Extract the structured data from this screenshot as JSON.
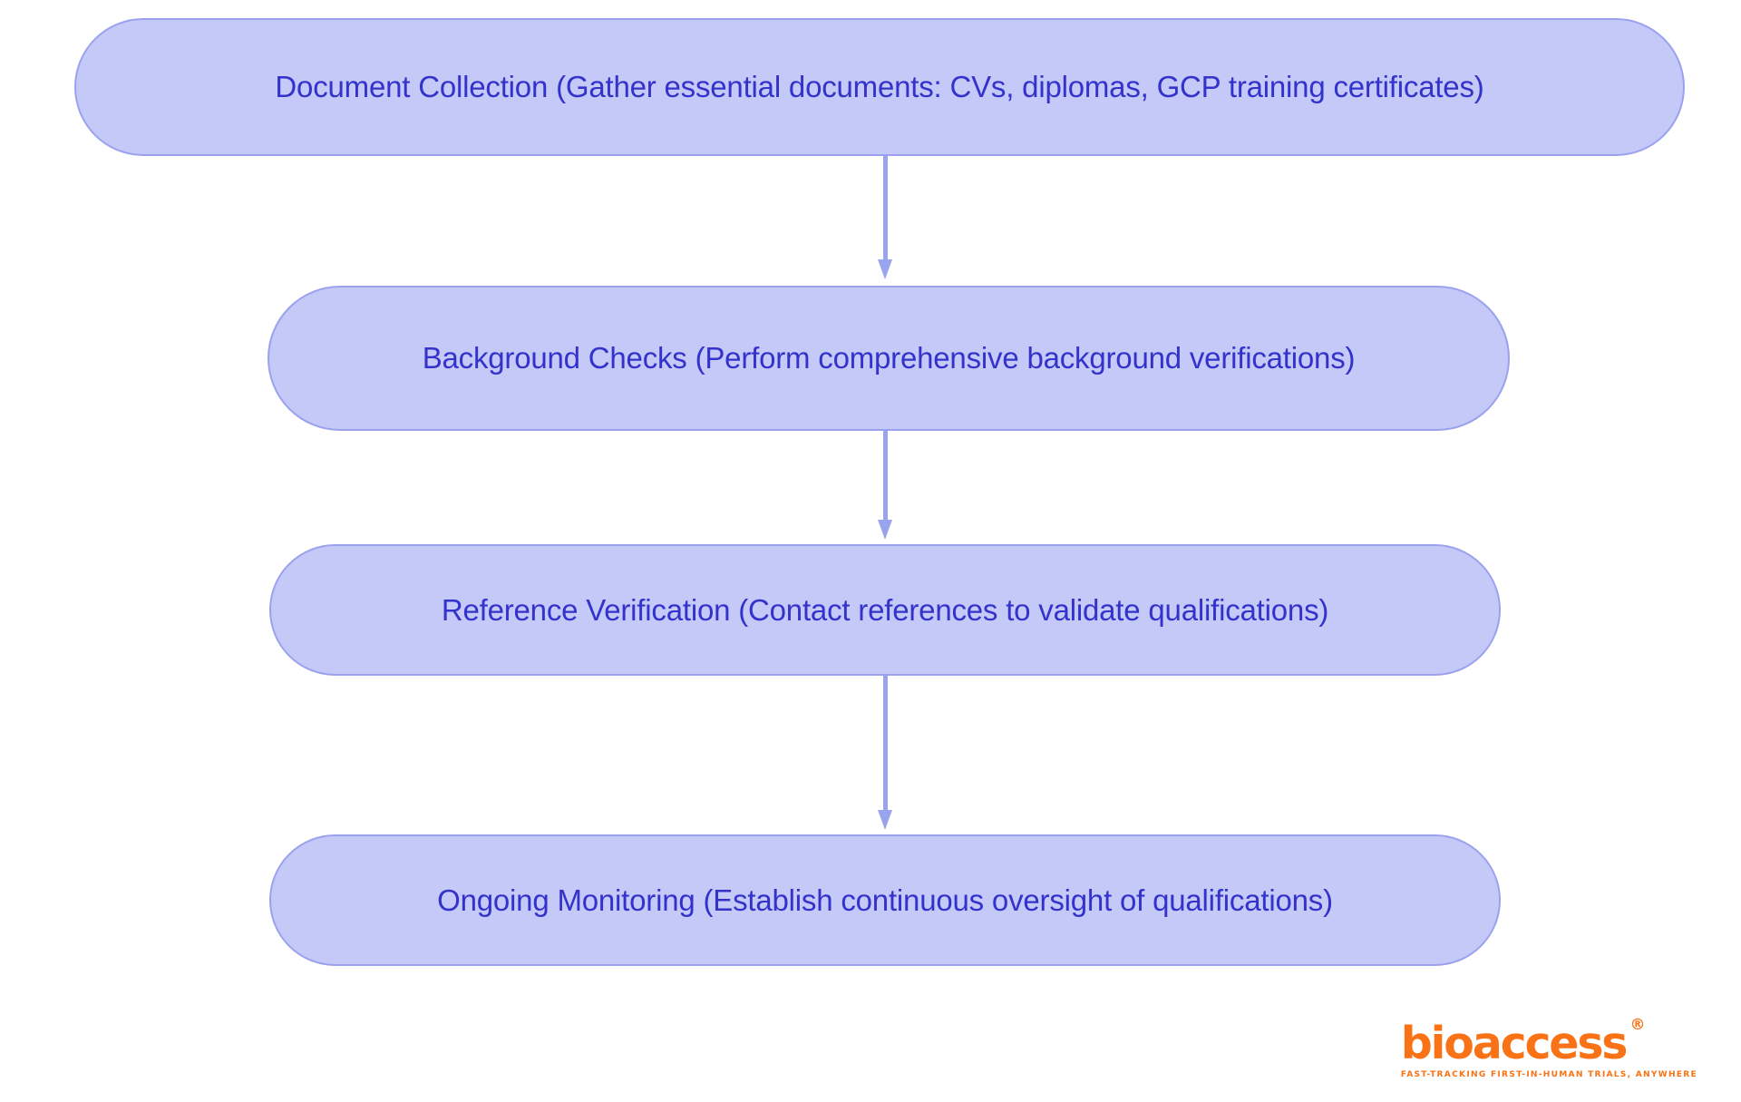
{
  "diagram": {
    "type": "flowchart",
    "orientation": "vertical",
    "background_color": "#ffffff",
    "node_fill_color": "#c5c9f7",
    "node_border_color": "#9aa2ee",
    "node_text_color": "#3333cc",
    "connector_color": "#9aa3ee",
    "nodes": [
      {
        "id": "document-collection",
        "label": "Document Collection (Gather essential documents: CVs, diplomas, GCP training certificates)"
      },
      {
        "id": "background-checks",
        "label": "Background Checks (Perform comprehensive background verifications)"
      },
      {
        "id": "reference-verification",
        "label": "Reference Verification (Contact references to validate qualifications)"
      },
      {
        "id": "ongoing-monitoring",
        "label": "Ongoing Monitoring (Establish continuous oversight of qualifications)"
      }
    ],
    "edges": [
      {
        "from": "document-collection",
        "to": "background-checks",
        "arrow": "down-arrow-icon"
      },
      {
        "from": "background-checks",
        "to": "reference-verification",
        "arrow": "down-arrow-icon"
      },
      {
        "from": "reference-verification",
        "to": "ongoing-monitoring",
        "arrow": "down-arrow-icon"
      }
    ]
  },
  "branding": {
    "wordmark": "bioaccess",
    "registered_mark": "®",
    "tagline": "FAST-TRACKING FIRST-IN-HUMAN TRIALS, ANYWHERE",
    "color": "#f97316"
  }
}
